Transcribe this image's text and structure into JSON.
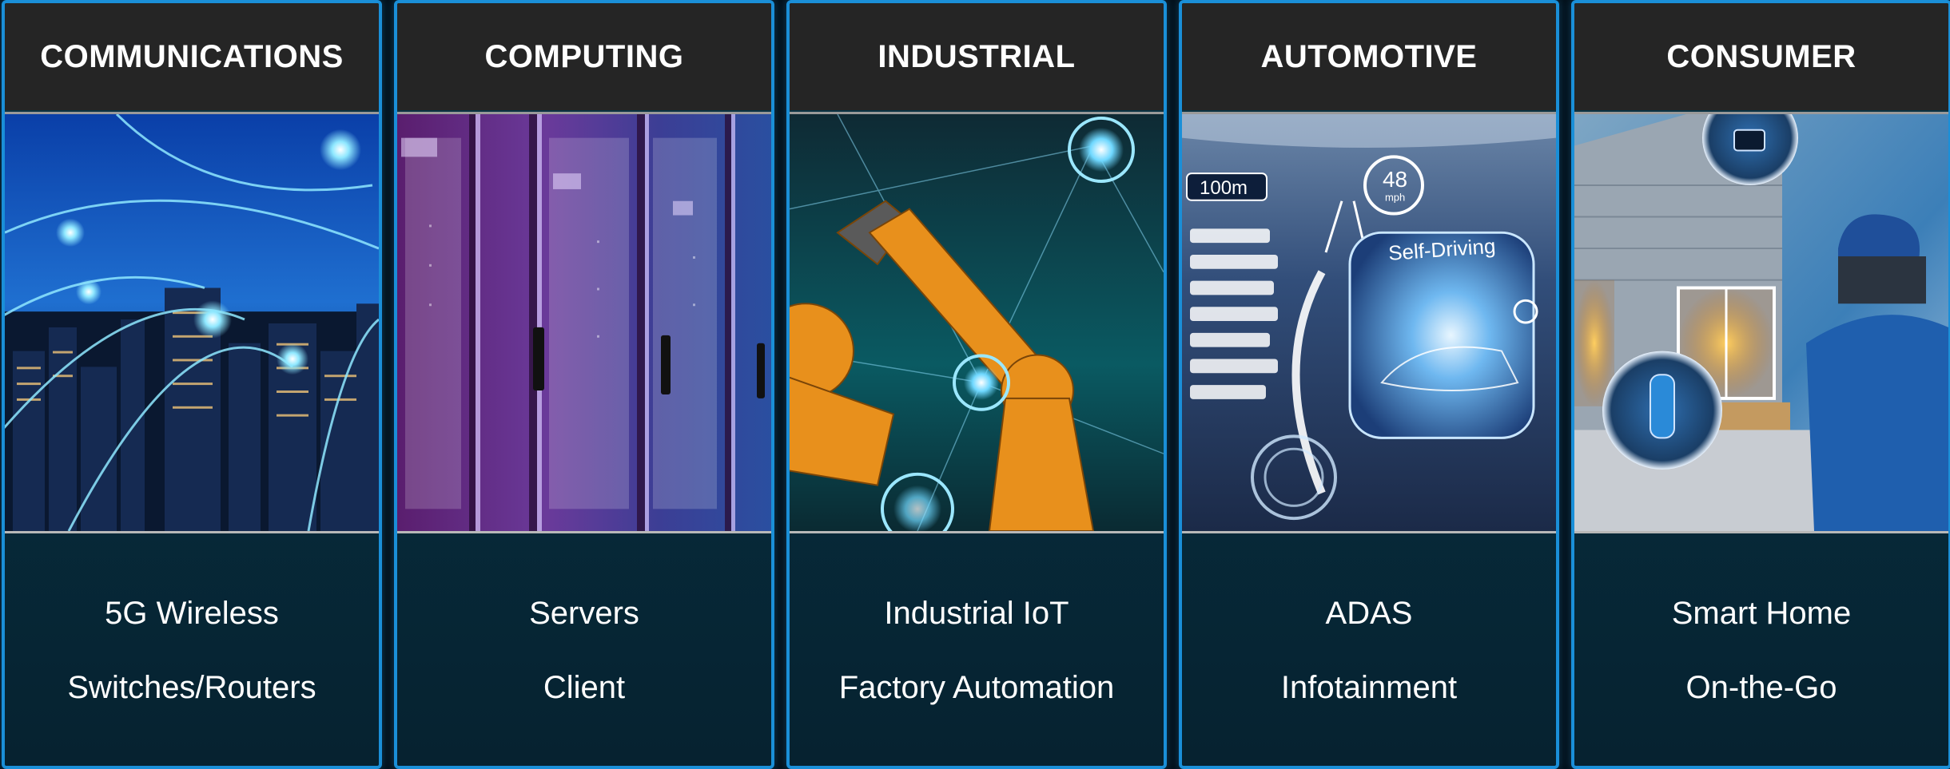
{
  "cards": [
    {
      "title": "COMMUNICATIONS",
      "image_icon": "city-network-image",
      "lines": [
        "5G Wireless",
        "Switches/Routers"
      ]
    },
    {
      "title": "COMPUTING",
      "image_icon": "server-racks-image",
      "lines": [
        "Servers",
        "Client"
      ]
    },
    {
      "title": "INDUSTRIAL",
      "image_icon": "robot-arm-image",
      "lines": [
        "Industrial IoT",
        "Factory Automation"
      ]
    },
    {
      "title": "AUTOMOTIVE",
      "image_icon": "car-dashboard-image",
      "lines": [
        "ADAS",
        "Infotainment"
      ],
      "image_text": {
        "distance": "100m",
        "speed": "48",
        "speed_unit": "mph",
        "mode": "Self-Driving"
      }
    },
    {
      "title": "CONSUMER",
      "image_icon": "smart-home-image",
      "lines": [
        "Smart Home",
        "On-the-Go"
      ]
    }
  ],
  "colors": {
    "card_border": "#1a8fd8",
    "header_bg": "#252525",
    "card_bg": "#0b3446",
    "text": "#ffffff"
  }
}
